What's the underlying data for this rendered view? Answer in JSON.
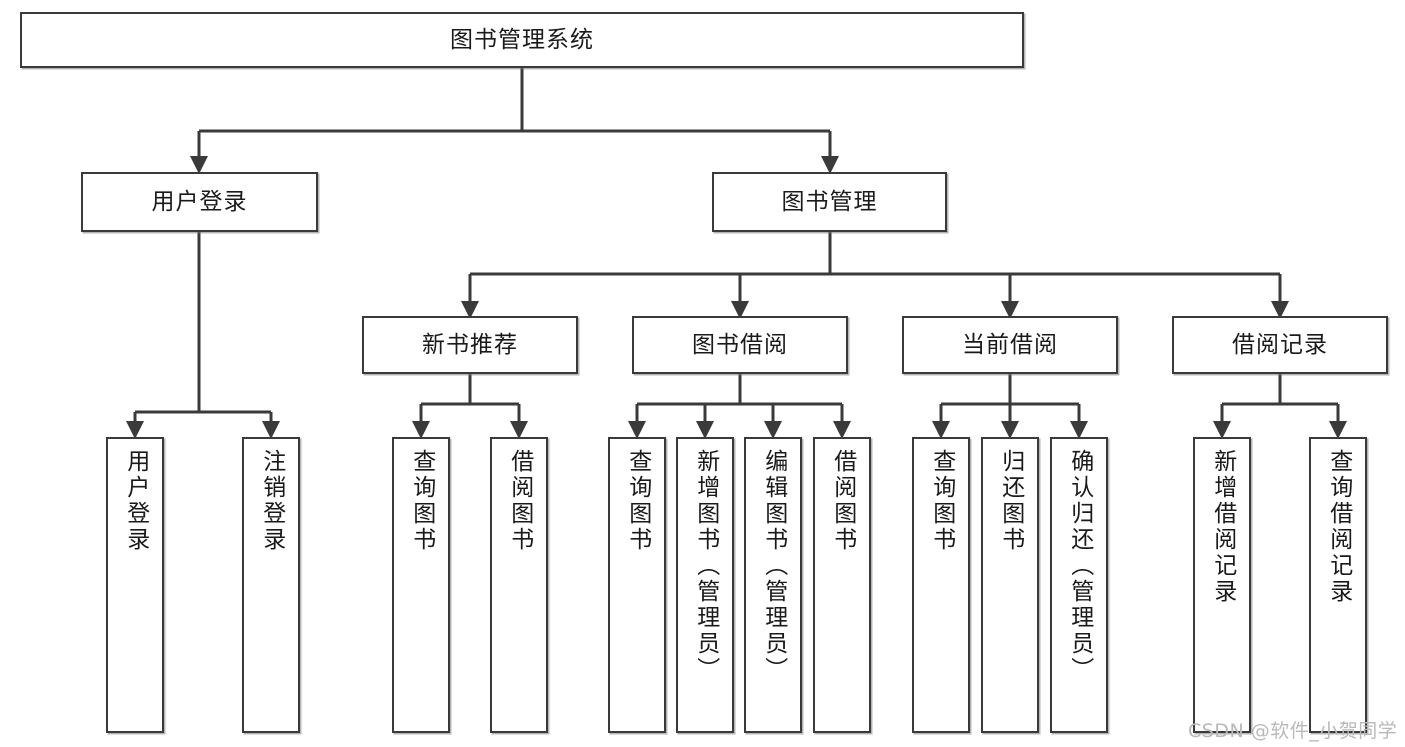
{
  "diagram": {
    "type": "tree-hierarchy-chart",
    "title": "图书管理系统",
    "watermark": "CSDN @软件_小贺同学",
    "colors": {
      "box_border": "#3a3a3a",
      "box_fill": "#ffffff",
      "edge": "#3a3a3a",
      "text": "#1a1a1a",
      "watermark": "#b9b9b9",
      "background": "#ffffff"
    },
    "root": {
      "label": "图书管理系统"
    },
    "level2": [
      {
        "label": "用户登录"
      },
      {
        "label": "图书管理"
      }
    ],
    "level3": [
      {
        "label": "新书推荐"
      },
      {
        "label": "图书借阅"
      },
      {
        "label": "当前借阅"
      },
      {
        "label": "借阅记录"
      }
    ],
    "leaves": {
      "user_login": [
        {
          "label": "用户登录"
        },
        {
          "label": "注销登录"
        }
      ],
      "new_book_recommend": [
        {
          "label": "查询图书"
        },
        {
          "label": "借阅图书"
        }
      ],
      "book_borrow": [
        {
          "label": "查询图书"
        },
        {
          "label": "新增图书（管理员）"
        },
        {
          "label": "编辑图书（管理员）"
        },
        {
          "label": "借阅图书"
        }
      ],
      "current_borrow": [
        {
          "label": "查询图书"
        },
        {
          "label": "归还图书"
        },
        {
          "label": "确认归还（管理员）"
        }
      ],
      "borrow_record": [
        {
          "label": "新增借阅记录"
        },
        {
          "label": "查询借阅记录"
        }
      ]
    }
  }
}
